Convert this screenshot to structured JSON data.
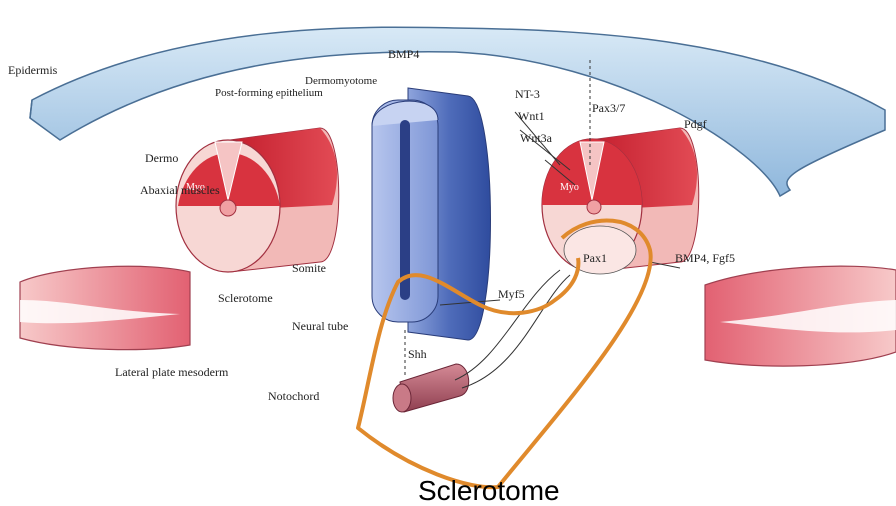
{
  "labels": {
    "epidermis": "Epidermis",
    "bmp4_top": "BMP4",
    "post_somite_epithelium": "Post-forming epithelium",
    "dermomyotome": "Dermomyotome",
    "dermo": "Dermo",
    "abaxial_muscles": "Abaxial muscles",
    "somite": "Somite",
    "sclerotome_small": "Sclerotome",
    "lateral_plate": "Lateral plate mesoderm",
    "nt3": "NT-3",
    "wnt_set": "Wnt1",
    "wnt3a": "Wnt3a",
    "pax37": "Pax3/7",
    "pdgf": "Pdgf",
    "myf5": "Myf5",
    "pax1": "Pax1",
    "bmp4_fgf": "BMP4, Fgf5",
    "neural_tube": "Neural tube",
    "shh": "Shh",
    "notochord": "Notochord",
    "myo_in_left": "Myo",
    "myo_in_right": "Myo",
    "caption": "Sclerotome"
  },
  "colors": {
    "epidermis": "#a9cbe6",
    "neural_tube": "#5f7cc4",
    "somite_red": "#d8333f",
    "somite_pink": "#f6cfcc",
    "lateral_plate": "#e86a76",
    "notochord": "#b56473",
    "highlight": "#e08a2c"
  }
}
